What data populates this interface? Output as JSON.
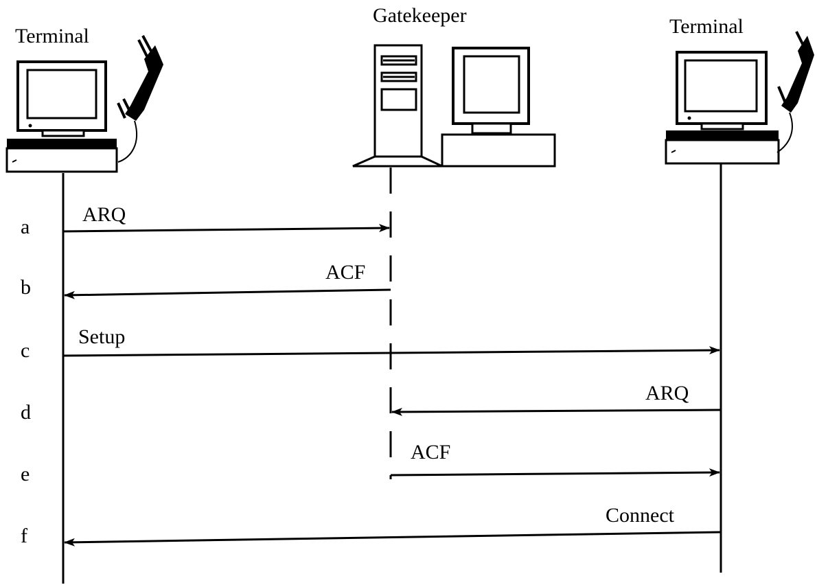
{
  "participants": {
    "left_terminal": {
      "label": "Terminal"
    },
    "gatekeeper": {
      "label": "Gatekeeper"
    },
    "right_terminal": {
      "label": "Terminal"
    }
  },
  "steps": [
    {
      "id": "a",
      "label": "a",
      "message": "ARQ",
      "from": "left_terminal",
      "to": "gatekeeper"
    },
    {
      "id": "b",
      "label": "b",
      "message": "ACF",
      "from": "gatekeeper",
      "to": "left_terminal"
    },
    {
      "id": "c",
      "label": "c",
      "message": "Setup",
      "from": "left_terminal",
      "to": "right_terminal"
    },
    {
      "id": "d",
      "label": "d",
      "message": "ARQ",
      "from": "right_terminal",
      "to": "gatekeeper"
    },
    {
      "id": "e",
      "label": "e",
      "message": "ACF",
      "from": "gatekeeper",
      "to": "right_terminal"
    },
    {
      "id": "f",
      "label": "f",
      "message": "Connect",
      "from": "right_terminal",
      "to": "left_terminal"
    }
  ],
  "icons": {
    "left_terminal": "computer-with-phone-icon",
    "gatekeeper": "server-workstation-icon",
    "right_terminal": "computer-with-phone-icon"
  }
}
